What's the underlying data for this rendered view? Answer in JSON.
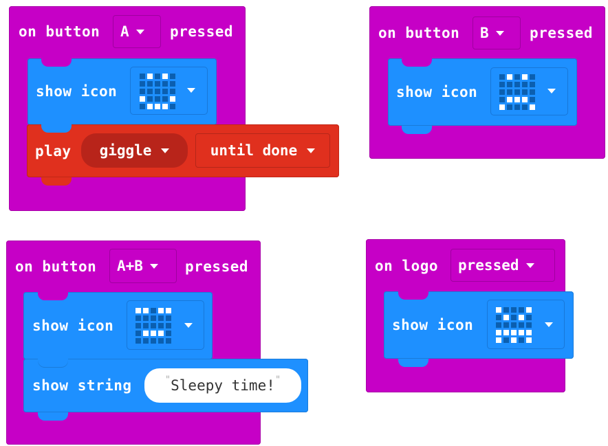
{
  "blocks": {
    "button_a": {
      "on_label": "on button",
      "button": "A",
      "pressed_label": "pressed",
      "show_icon_label": "show icon",
      "play_label": "play",
      "sound": "giggle",
      "mode": "until done"
    },
    "button_b": {
      "on_label": "on button",
      "button": "B",
      "pressed_label": "pressed",
      "show_icon_label": "show icon"
    },
    "button_ab": {
      "on_label": "on button",
      "button": "A+B",
      "pressed_label": "pressed",
      "show_icon_label": "show icon",
      "show_string_label": "show string",
      "string_value": "Sleepy time!",
      "quote_open": "\"",
      "quote_close": "\""
    },
    "logo": {
      "on_label": "on logo",
      "event": "pressed",
      "show_icon_label": "show icon"
    }
  },
  "icons": {
    "button_a": [
      "01010",
      "00000",
      "00000",
      "10001",
      "01110"
    ],
    "button_b": [
      "01010",
      "00000",
      "00000",
      "01110",
      "10001"
    ],
    "button_ab": [
      "11011",
      "00000",
      "00000",
      "01110",
      "00000"
    ],
    "logo": [
      "10001",
      "01010",
      "00000",
      "11111",
      "10101"
    ]
  },
  "colors": {
    "event": "#c600c6",
    "basic": "#1e90ff",
    "music": "#e0301e",
    "led_on": "#ffffff",
    "led_off": "#0b5fb0"
  }
}
